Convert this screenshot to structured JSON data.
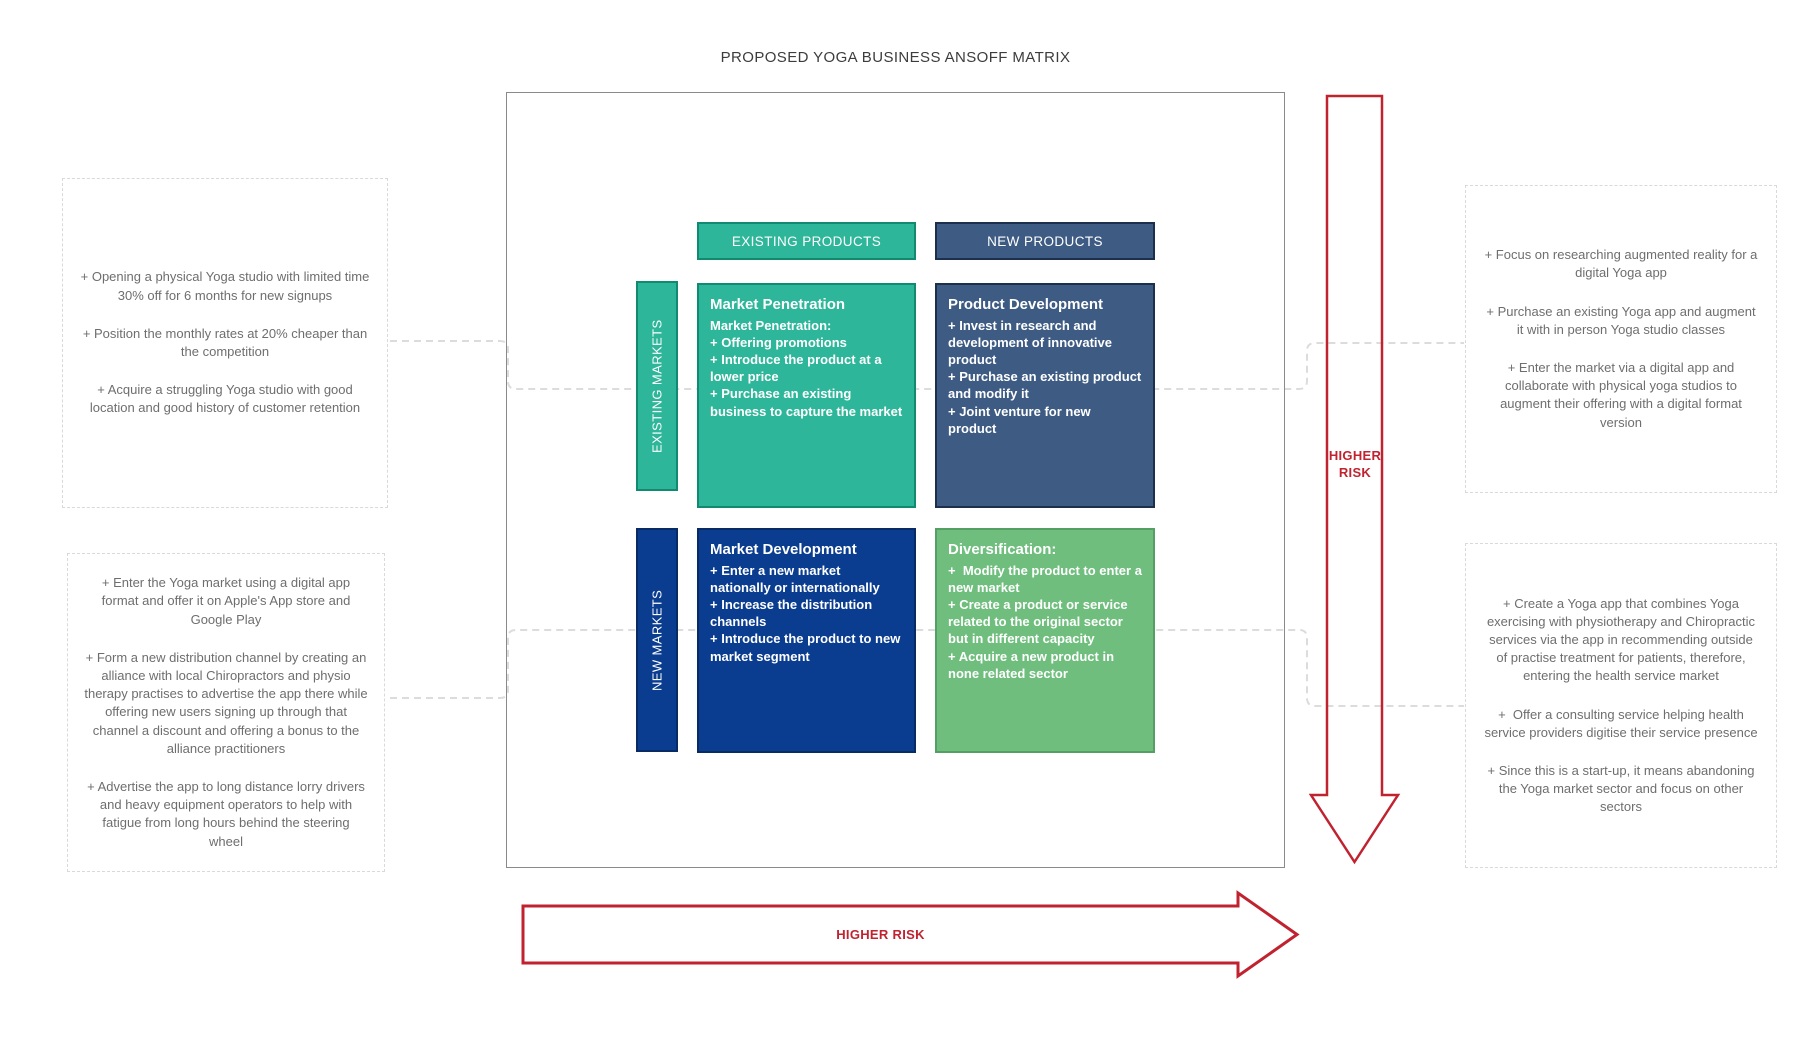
{
  "title": "PROPOSED YOGA BUSINESS ANSOFF MATRIX",
  "colors": {
    "teal": "#2eb69a",
    "slate_blue": "#3d5b83",
    "royal_blue": "#0a3c90",
    "green": "#6fbe7d",
    "risk_red": "#c0232f",
    "annotation_text": "#6e6e6e"
  },
  "matrix": {
    "col_headers": [
      {
        "label": "EXISTING PRODUCTS"
      },
      {
        "label": "NEW PRODUCTS"
      }
    ],
    "row_headers": [
      {
        "label": "EXISTING MARKETS"
      },
      {
        "label": "NEW MARKETS"
      }
    ],
    "quadrants": {
      "market_penetration": {
        "title": "Market Penetration",
        "lines": [
          "Market Penetration:",
          "+ Offering promotions",
          "+ Introduce the product at a lower price",
          "+ Purchase an existing business to capture the market"
        ]
      },
      "product_development": {
        "title": "Product Development",
        "lines": [
          "+ Invest in research and development of innovative product",
          "+ Purchase an existing product and modify it",
          "+ Joint venture for new product"
        ]
      },
      "market_development": {
        "title": "Market Development",
        "lines": [
          "+ Enter a new market nationally or internationally",
          "+ Increase the distribution channels",
          "+ Introduce the product to new market segment"
        ]
      },
      "diversification": {
        "title": "Diversification:",
        "lines": [
          "+  Modify the product to enter a new market",
          "+ Create a product or service related to the original sector but in different capacity",
          "+ Acquire a new product in none related sector"
        ]
      }
    }
  },
  "annotations": {
    "left_top": {
      "paragraphs": [
        "+ Opening a physical Yoga studio with limited time 30% off for 6 months for new signups",
        "+ Position the monthly rates at 20% cheaper than the competition",
        "+ Acquire a struggling Yoga studio with good location and good history of customer retention"
      ]
    },
    "left_bottom": {
      "paragraphs": [
        "+ Enter the Yoga market using a digital app format and offer it on Apple's App store and Google Play",
        "+ Form a new distribution channel by creating an alliance with local Chiropractors and physio therapy practises to advertise the app there while offering new users signing up through that channel a discount and offering a bonus to the alliance practitioners",
        "+ Advertise the app to long distance lorry drivers and heavy equipment operators to help with fatigue from long hours behind the steering wheel"
      ]
    },
    "right_top": {
      "paragraphs": [
        "+ Focus on researching augmented reality for a digital Yoga app",
        "+ Purchase an existing Yoga app and augment it with in person Yoga studio classes",
        "+ Enter the market via a digital app and collaborate with physical yoga studios to augment their offering with a digital format version"
      ]
    },
    "right_bottom": {
      "paragraphs": [
        "+ Create a Yoga app that combines Yoga exercising with physiotherapy and Chiropractic services via the app in recommending outside of practise treatment for patients, therefore, entering the health service market",
        "+  Offer a consulting service helping health service providers digitise their service presence",
        "+ Since this is a start-up, it means abandoning the Yoga market sector and focus on other sectors"
      ]
    }
  },
  "arrows": {
    "vertical": {
      "label": "HIGHER RISK"
    },
    "horizontal": {
      "label": "HIGHER RISK"
    }
  }
}
